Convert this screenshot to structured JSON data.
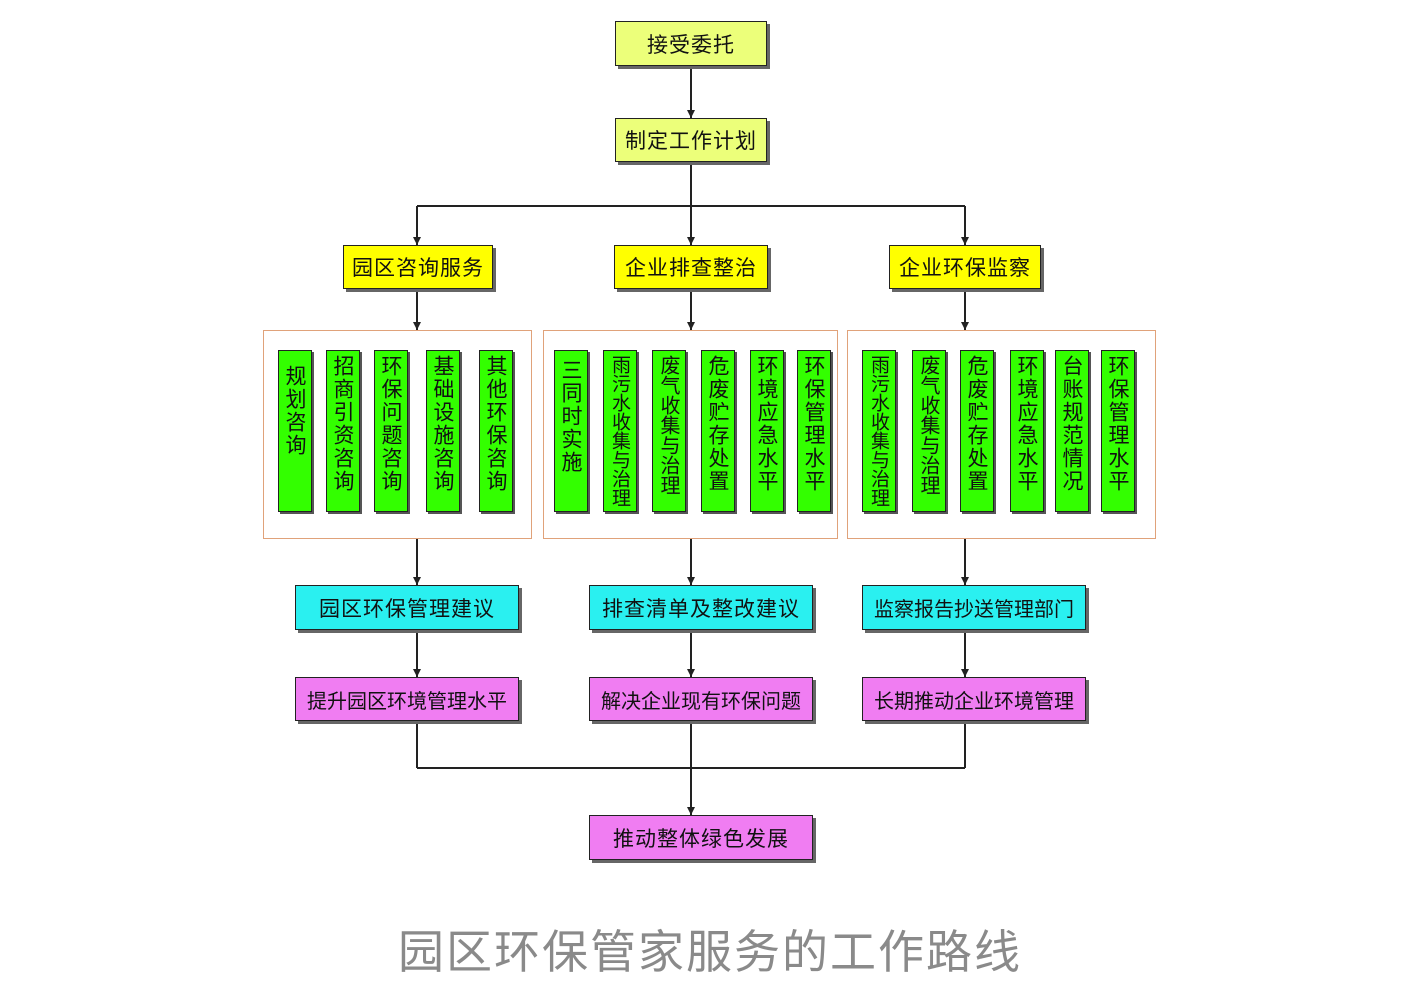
{
  "nodes": {
    "accept": "接受委托",
    "plan": "制定工作计划",
    "branch1": "园区咨询服务",
    "branch2": "企业排查整治",
    "branch3": "企业环保监察",
    "out1a": "园区环保管理建议",
    "out2a": "排查清单及整改建议",
    "out3a": "监察报告抄送管理部门",
    "out1b": "提升园区环境管理水平",
    "out2b": "解决企业现有环保问题",
    "out3b": "长期推动企业环境管理",
    "final": "推动整体绿色发展"
  },
  "group1": [
    "规划咨询",
    "招商引资咨询",
    "环保问题咨询",
    "基础设施咨询",
    "其他环保咨询"
  ],
  "group2": [
    "三同时实施",
    "雨污水收集与治理",
    "废气收集与治理",
    "危废贮存处置",
    "环境应急水平",
    "环保管理水平"
  ],
  "group3": [
    "雨污水收集与治理",
    "废气收集与治理",
    "危废贮存处置",
    "环境应急水平",
    "台账规范情况",
    "环保管理水平"
  ],
  "caption": "园区环保管家服务的工作路线",
  "colors": {
    "lime": "#ecff7a",
    "yellow": "#ffff00",
    "green": "#33ff00",
    "cyan": "#2af0f0",
    "magenta": "#f07df2",
    "group_border": "#e0a27a"
  }
}
